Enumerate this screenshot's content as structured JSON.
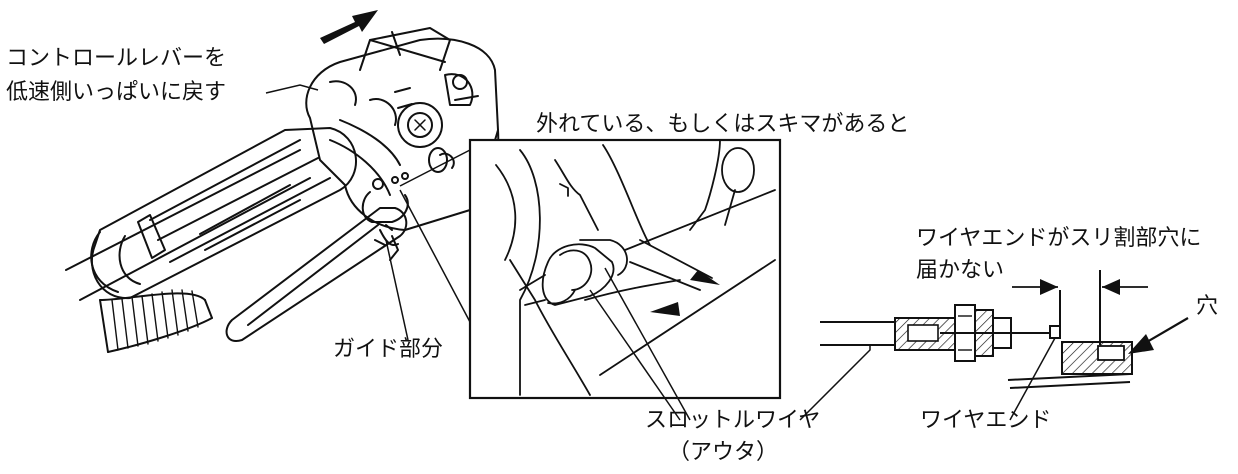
{
  "labels": {
    "control_lever_line1": "コントロールレバーを",
    "control_lever_line2": "低速側いっぱいに戻す",
    "detached_or_gap": "外れている、もしくはスキマがあると",
    "guide_part": "ガイド部分",
    "wire_end_hole_line1": "ワイヤエンドがスリ割部穴に",
    "wire_end_hole_line2": "届かない",
    "hole": "穴",
    "throttle_wire_line1": "スロットルワイヤ",
    "throttle_wire_line2": "（アウタ）",
    "wire_end": "ワイヤエンド"
  },
  "colors": {
    "line": "#111111",
    "background": "#ffffff"
  },
  "icons": {
    "direction_arrow": "arrow-right-up-icon",
    "gap_arrows": "gap-indicator-arrows-icon",
    "hole_arrow": "arrow-pointer-icon"
  }
}
